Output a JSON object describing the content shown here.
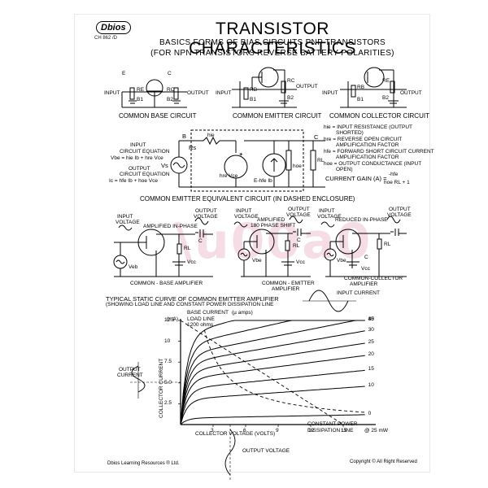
{
  "header": {
    "logo": "Dbios",
    "code": "CH 862 /D",
    "title": "TRANSISTOR CHARACTERISTICS",
    "subtitle1": "BASICS FORMS OF BIAS CIRCUITS PNP TRANSISTORS",
    "subtitle2": "(FOR NPN TRANSISTORS REVERSE BATTERY POLARITIES)"
  },
  "bias_circuits": [
    {
      "caption": "COMMON BASE CIRCUIT",
      "input": "INPUT",
      "output": "OUTPUT",
      "r_in": "RE",
      "b_in": "B1",
      "r_out": "RC",
      "b_out": "B2",
      "e": "E",
      "c": "C"
    },
    {
      "caption": "COMMON EMITTER CIRCUIT",
      "input": "INPUT",
      "output": "OUTPUT",
      "r_in": "RB",
      "b_in": "B1",
      "r_out": "RC",
      "b_out": "B2"
    },
    {
      "caption": "COMMON COLLECTOR CIRCUIT",
      "input": "INPUT",
      "output": "OUTPUT",
      "r_in": "RB",
      "b_in": "B1",
      "r_out": "RE",
      "b_out": "B2"
    }
  ],
  "equivalent": {
    "input_eq_l1": "INPUT",
    "input_eq_l2": "CIRCUIT EQUATION",
    "input_eq_l3": "Vbe = hie Ib + hre Vce",
    "output_eq_l1": "OUTPUT",
    "output_eq_l2": "CIRCUIT EQUATION",
    "output_eq_l3": "Ic = hfe Ib + hoe Vce",
    "rs": "Rs",
    "vs": "Vs",
    "b": "B",
    "c": "C",
    "hie": "hie",
    "hre_src": "hre Vce",
    "hfe_src": "E-hfe Ib",
    "hoe": "hoe",
    "rl": "RL",
    "plus": "+",
    "caption": "COMMON EMITTER EQUIVALENT CIRCUIT (IN DASHED ENCLOSURE)",
    "defs": [
      "hie = INPUT RESISTANCE (OUTPUT",
      "SHORTED)",
      "hre = REVERSE OPEN CIRCUIT",
      "AMPLIFICATION FACTOR",
      "hfe = FORWARD SHORT CIRCUIT CURRENT",
      "AMPLIFICATION FACTOR",
      "hoe = OUTPUT CONDUCTANCE (INPUT",
      "OPEN)"
    ],
    "gain_label": "CURRENT GAIN (A) =",
    "gain_num": "-hfe",
    "gain_den": "hoe RL + 1"
  },
  "amplifiers": [
    {
      "caption1": "COMMON - BASE AMPLIFIER",
      "caption2": "",
      "in_l1": "INPUT",
      "in_l2": "VOLTAGE",
      "out_l1": "OUTPUT",
      "out_l2": "VOLTAGE",
      "note": "AMPLIFIED IN-PHASE",
      "src": "Veb",
      "rl": "RL",
      "vcc": "Vcc",
      "cap": "C"
    },
    {
      "caption1": "COMMON - EMITTER",
      "caption2": "AMPLIFIER",
      "in_l1": "INPUT",
      "in_l2": "VOLTAGE",
      "out_l1": "OUTPUT",
      "out_l2": "VOLTAGE",
      "note": "AMPLIFIED",
      "note2": "180 PHASE SHIFT",
      "src": "Vbe",
      "rl": "RL",
      "vcc": "Vcc",
      "cap": "C"
    },
    {
      "caption1": "COMMON-COLLECTOR",
      "caption2": "AMPLIFIER",
      "in_l1": "INPUT",
      "in_l2": "VOLTAGE",
      "out_l1": "OUTPUT",
      "out_l2": "VOLTAGE",
      "note": "REDUCED IN-PHASE",
      "src": "Vbe",
      "rl": "RL",
      "vcc": "Vcc",
      "cap": "C"
    }
  ],
  "curve": {
    "title1": "TYPICAL STATIC CURVE OF COMMON EMITTER AMPLIFIER",
    "title2": "(SHOWING LOAD LINE AND CONSTANT POWER DISSIPATION LINE",
    "base_current": "BASE CURRENT",
    "base_units": "(µ amps)",
    "load_line_l1": "LOAD LINE",
    "load_line_l2": "1200 ohms",
    "ylabel": "COLLECTOR CURRENT",
    "yunit": "(mA)",
    "xlabel": "COLLECTOR VOLTAGE (VOLTS)",
    "output_current_l1": "OUTPUT",
    "output_current_l2": "CURRENT",
    "input_current": "INPUT CURRENT",
    "output_voltage": "OUTPUT VOLTAGE",
    "power_l1": "CONSTANT POWER",
    "power_l2": "DISSIPATION LINE",
    "power_l3": "@ 25 mW",
    "y_ticks": [
      "12.5",
      "10",
      "7.5",
      "5.0",
      "2.5"
    ],
    "x_ticks": [
      "3",
      "6",
      "9",
      "12",
      "15"
    ],
    "base_curves": [
      "45",
      "40",
      "35",
      "30",
      "25",
      "20",
      "15",
      "10",
      "0"
    ]
  },
  "footer": {
    "left": "Dbios Learning Resources ® Ltd.",
    "right": "Copyright © All Right Reserved"
  },
  "chart_data": {
    "type": "line",
    "title": "TYPICAL STATIC CURVE OF COMMON EMITTER AMPLIFIER",
    "xlabel": "COLLECTOR VOLTAGE (VOLTS)",
    "ylabel": "COLLECTOR CURRENT (mA)",
    "xlim": [
      0,
      18
    ],
    "ylim": [
      0,
      12.5
    ],
    "x_ticks": [
      3,
      6,
      9,
      12,
      15
    ],
    "y_ticks": [
      2.5,
      5.0,
      7.5,
      10,
      12.5
    ],
    "series": [
      {
        "name": "45",
        "values": [
          11.2
        ]
      },
      {
        "name": "40",
        "values": [
          9.8
        ]
      },
      {
        "name": "35",
        "values": [
          8.6
        ]
      },
      {
        "name": "30",
        "values": [
          7.6
        ]
      },
      {
        "name": "25",
        "values": [
          6.6
        ]
      },
      {
        "name": "20",
        "values": [
          5.6
        ]
      },
      {
        "name": "15",
        "values": [
          4.4
        ]
      },
      {
        "name": "10",
        "values": [
          3.1
        ]
      },
      {
        "name": "0",
        "values": [
          0.8
        ]
      }
    ],
    "load_line": {
      "x": [
        0,
        15
      ],
      "y": [
        12.5,
        0
      ]
    },
    "operating_point": {
      "x": 7,
      "y": 5.0
    }
  }
}
